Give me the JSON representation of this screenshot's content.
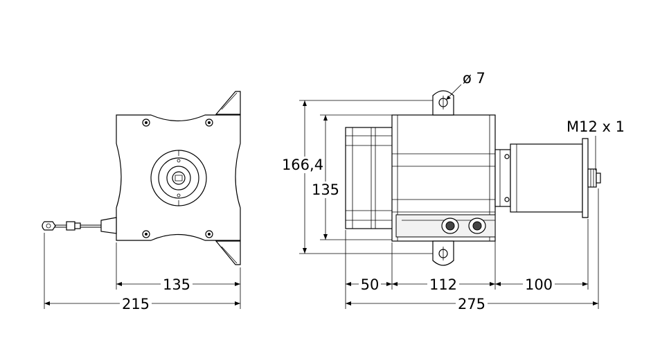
{
  "diagram": {
    "front_view": {
      "width_inner": "135",
      "width_overall": "215"
    },
    "side_view": {
      "hole_dia": "ø 7",
      "height_overall": "166,4",
      "height_body": "135",
      "connector": "M12 x 1",
      "len_a": "50",
      "len_b": "112",
      "len_c": "100",
      "len_total": "275"
    }
  }
}
